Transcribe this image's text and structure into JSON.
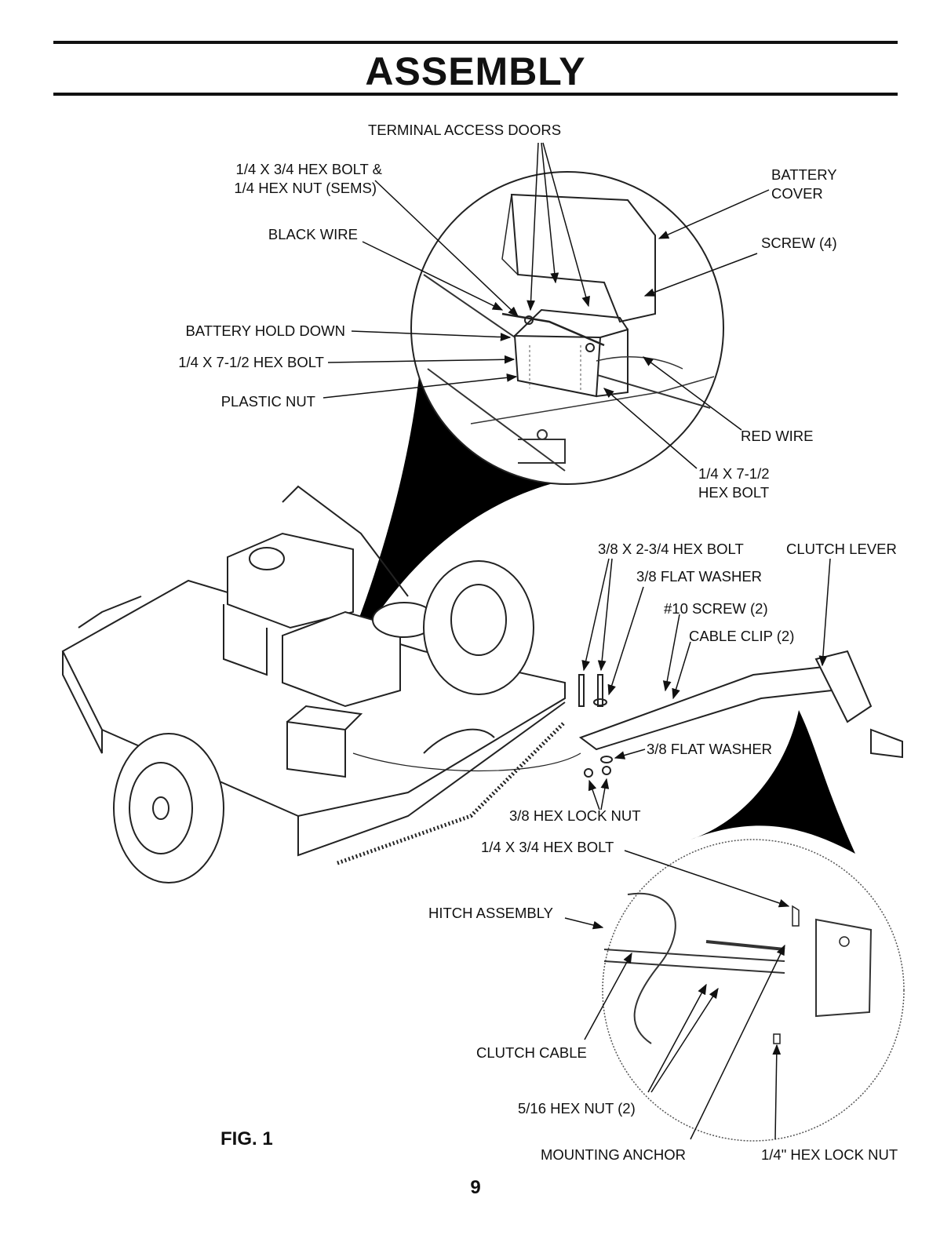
{
  "header": {
    "title": "ASSEMBLY"
  },
  "callouts": {
    "terminal_access_doors": "TERMINAL ACCESS DOORS",
    "hex_bolt_sems_1": "1/4 X 3/4 HEX BOLT &",
    "hex_bolt_sems_2": "1/4 HEX NUT (SEMS)",
    "battery_cover_1": "BATTERY",
    "battery_cover_2": "COVER",
    "black_wire": "BLACK WIRE",
    "screw_4": "SCREW (4)",
    "battery_hold_down": "BATTERY HOLD DOWN",
    "hex_bolt_7_left": "1/4 X 7-1/2 HEX BOLT",
    "plastic_nut": "PLASTIC NUT",
    "red_wire": "RED WIRE",
    "hex_bolt_7_right_1": "1/4 X 7-1/2",
    "hex_bolt_7_right_2": "HEX BOLT",
    "hex_bolt_38": "3/8 X 2-3/4 HEX BOLT",
    "clutch_lever": "CLUTCH LEVER",
    "flat_washer_top": "3/8 FLAT WASHER",
    "screw_10": "#10 SCREW (2)",
    "cable_clip": "CABLE CLIP (2)",
    "flat_washer_bottom": "3/8 FLAT WASHER",
    "hex_lock_nut_38": "3/8 HEX LOCK NUT",
    "hex_bolt_34": "1/4 X 3/4 HEX BOLT",
    "hitch_assembly": "HITCH ASSEMBLY",
    "clutch_cable": "CLUTCH CABLE",
    "hex_nut_516": "5/16 HEX NUT (2)",
    "mounting_anchor": "MOUNTING ANCHOR",
    "hex_lock_nut_14": "1/4\" HEX LOCK NUT"
  },
  "figure": {
    "label": "FIG. 1"
  },
  "footer": {
    "page_number": "9"
  }
}
